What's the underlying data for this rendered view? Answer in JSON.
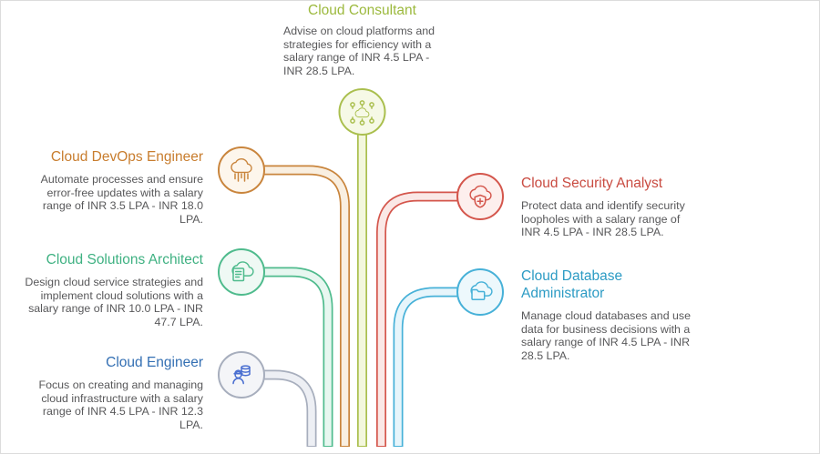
{
  "canvas": {
    "background": "#ffffff",
    "border_color": "#dcdcdc",
    "body_text_color": "#58585a"
  },
  "nodes": [
    {
      "id": "cloud-consultant",
      "title": "Cloud Consultant",
      "description": "Advise on cloud platforms and strategies for efficiency with a salary range of INR 4.5 LPA - INR 28.5 LPA.",
      "icon": "cloud-network-icon",
      "title_color": "#9cb93d",
      "line_color": "#aabf4e",
      "pipe_fill": "#f3f7dd",
      "circle_fill": "#f6f9e6"
    },
    {
      "id": "cloud-devops-engineer",
      "title": "Cloud DevOps Engineer",
      "description": "Automate processes and ensure error-free updates with a salary range of INR 3.5 LPA - INR 18.0 LPA.",
      "icon": "cloud-circuit-icon",
      "title_color": "#c87d2e",
      "line_color": "#c9853d",
      "pipe_fill": "#f9efe1",
      "circle_fill": "#fdf6ec"
    },
    {
      "id": "cloud-solutions-architect",
      "title": "Cloud Solutions Architect",
      "description": "Design cloud service strategies and implement cloud solutions with a salary range of INR 10.0 LPA - INR 47.7 LPA.",
      "icon": "cloud-document-icon",
      "title_color": "#3fb182",
      "line_color": "#4fbb8d",
      "pipe_fill": "#e7f7f0",
      "circle_fill": "#eff9f4"
    },
    {
      "id": "cloud-engineer",
      "title": "Cloud Engineer",
      "description": "Focus on creating and managing cloud infrastructure with a salary range of INR 4.5 LPA - INR 12.3 LPA.",
      "icon": "engineer-database-icon",
      "title_color": "#336fb3",
      "line_color": "#a7aebd",
      "icon_color": "#4a6fd1",
      "pipe_fill": "#edeff4",
      "circle_fill": "#f4f5f8"
    },
    {
      "id": "cloud-security-analyst",
      "title": "Cloud Security Analyst",
      "description": "Protect data and identify security loopholes with a salary range of INR 4.5 LPA - INR 28.5 LPA.",
      "icon": "cloud-shield-icon",
      "title_color": "#c94b41",
      "line_color": "#d4564c",
      "pipe_fill": "#fae8e6",
      "circle_fill": "#fdefed"
    },
    {
      "id": "cloud-database-administrator",
      "title": "Cloud Database Administrator",
      "description": "Manage cloud databases and use data for business decisions with a salary range of INR 4.5 LPA - INR 28.5 LPA.",
      "icon": "cloud-folder-icon",
      "title_color": "#2c9bc4",
      "line_color": "#47b1d8",
      "pipe_fill": "#e7f5fb",
      "circle_fill": "#edf8fc"
    }
  ]
}
